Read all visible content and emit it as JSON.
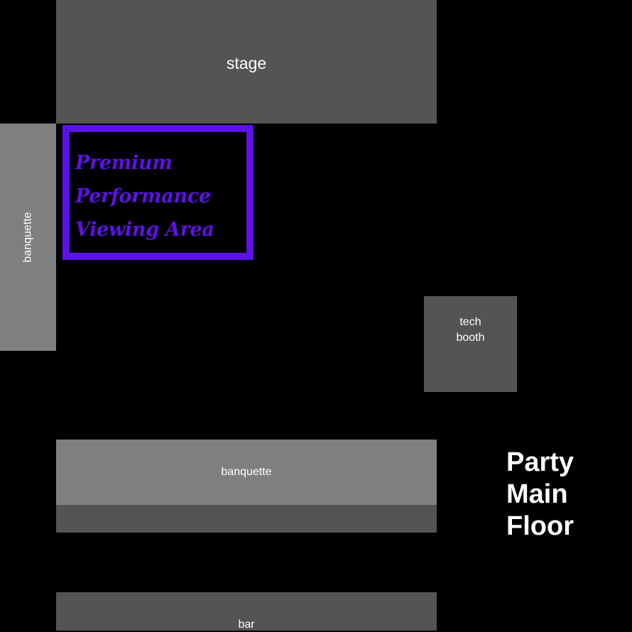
{
  "floor_plan": {
    "stage": {
      "label": "stage"
    },
    "banquette_left": {
      "label": "banquette"
    },
    "premium_area": {
      "label": "Premium\nPerformance\nViewing Area"
    },
    "tech_booth": {
      "label": "tech\nbooth"
    },
    "banquette_bottom": {
      "label": "banquette"
    },
    "bar": {
      "label": "bar"
    },
    "party_floor": {
      "label": "Party\nMain\nFloor"
    }
  },
  "colors": {
    "background": "#000000",
    "dark_block": "#545454",
    "light_block": "#7f7f7f",
    "premium_accent": "#5d12e6",
    "text": "#ffffff"
  }
}
